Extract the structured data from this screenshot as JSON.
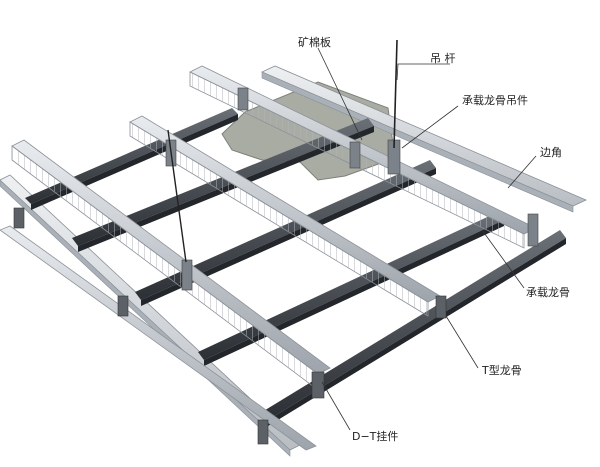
{
  "diagram": {
    "labels": {
      "mineral_wool_board": "矿棉板",
      "suspension_rod": "吊 杆",
      "main_runner_hanger": "承载龙骨吊件",
      "edge_angle": "边角",
      "main_runner": "承载龙骨",
      "t_runner": "T型龙骨",
      "dt_clip": "D−T挂件"
    }
  },
  "colors": {
    "steel_light": "#d9dde1",
    "steel_mid": "#aeb4bb",
    "steel_dark": "#3f4449",
    "board": "#a8aba2",
    "line": "#333333"
  }
}
